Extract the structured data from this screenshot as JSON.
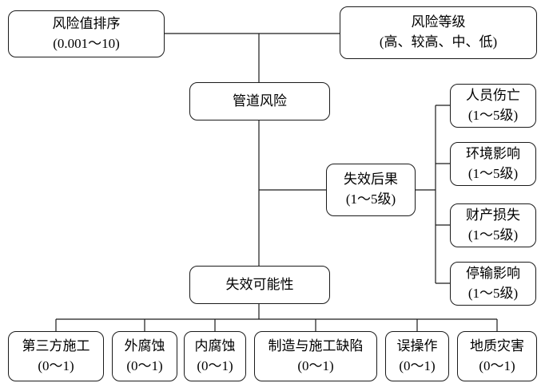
{
  "diagram": {
    "colors": {
      "line": "#1a1a1a",
      "box_border": "#1a1a1a",
      "box_fill": "#ffffff",
      "text": "#000000"
    },
    "nodes": {
      "risk_value_ranking": {
        "label": "风险值排序",
        "value": "(0.001～10)"
      },
      "risk_grade": {
        "label": "风险等级",
        "value": "(高、较高、中、低)"
      },
      "pipeline_risk": {
        "label": "管道风险"
      },
      "failure_consequence": {
        "label": "失效后果",
        "value": "(1～5级)"
      },
      "casualty": {
        "label": "人员伤亡",
        "value": "(1～5级)"
      },
      "environment_impact": {
        "label": "环境影响",
        "value": "(1～5级)"
      },
      "property_loss": {
        "label": "财产损失",
        "value": "(1～5级)"
      },
      "shutdown_impact": {
        "label": "停输影响",
        "value": "(1～5级)"
      },
      "failure_possibility": {
        "label": "失效可能性"
      },
      "third_party_construction": {
        "label": "第三方施工",
        "value": "(0～1)"
      },
      "external_corrosion": {
        "label": "外腐蚀",
        "value": "(0～1)"
      },
      "internal_corrosion": {
        "label": "内腐蚀",
        "value": "(0～1)"
      },
      "manufacturing_construction_defect": {
        "label": "制造与施工缺陷",
        "value": "(0～1)"
      },
      "misoperation": {
        "label": "误操作",
        "value": "(0～1)"
      },
      "geological_hazard": {
        "label": "地质灾害",
        "value": "(0～1)"
      }
    }
  }
}
